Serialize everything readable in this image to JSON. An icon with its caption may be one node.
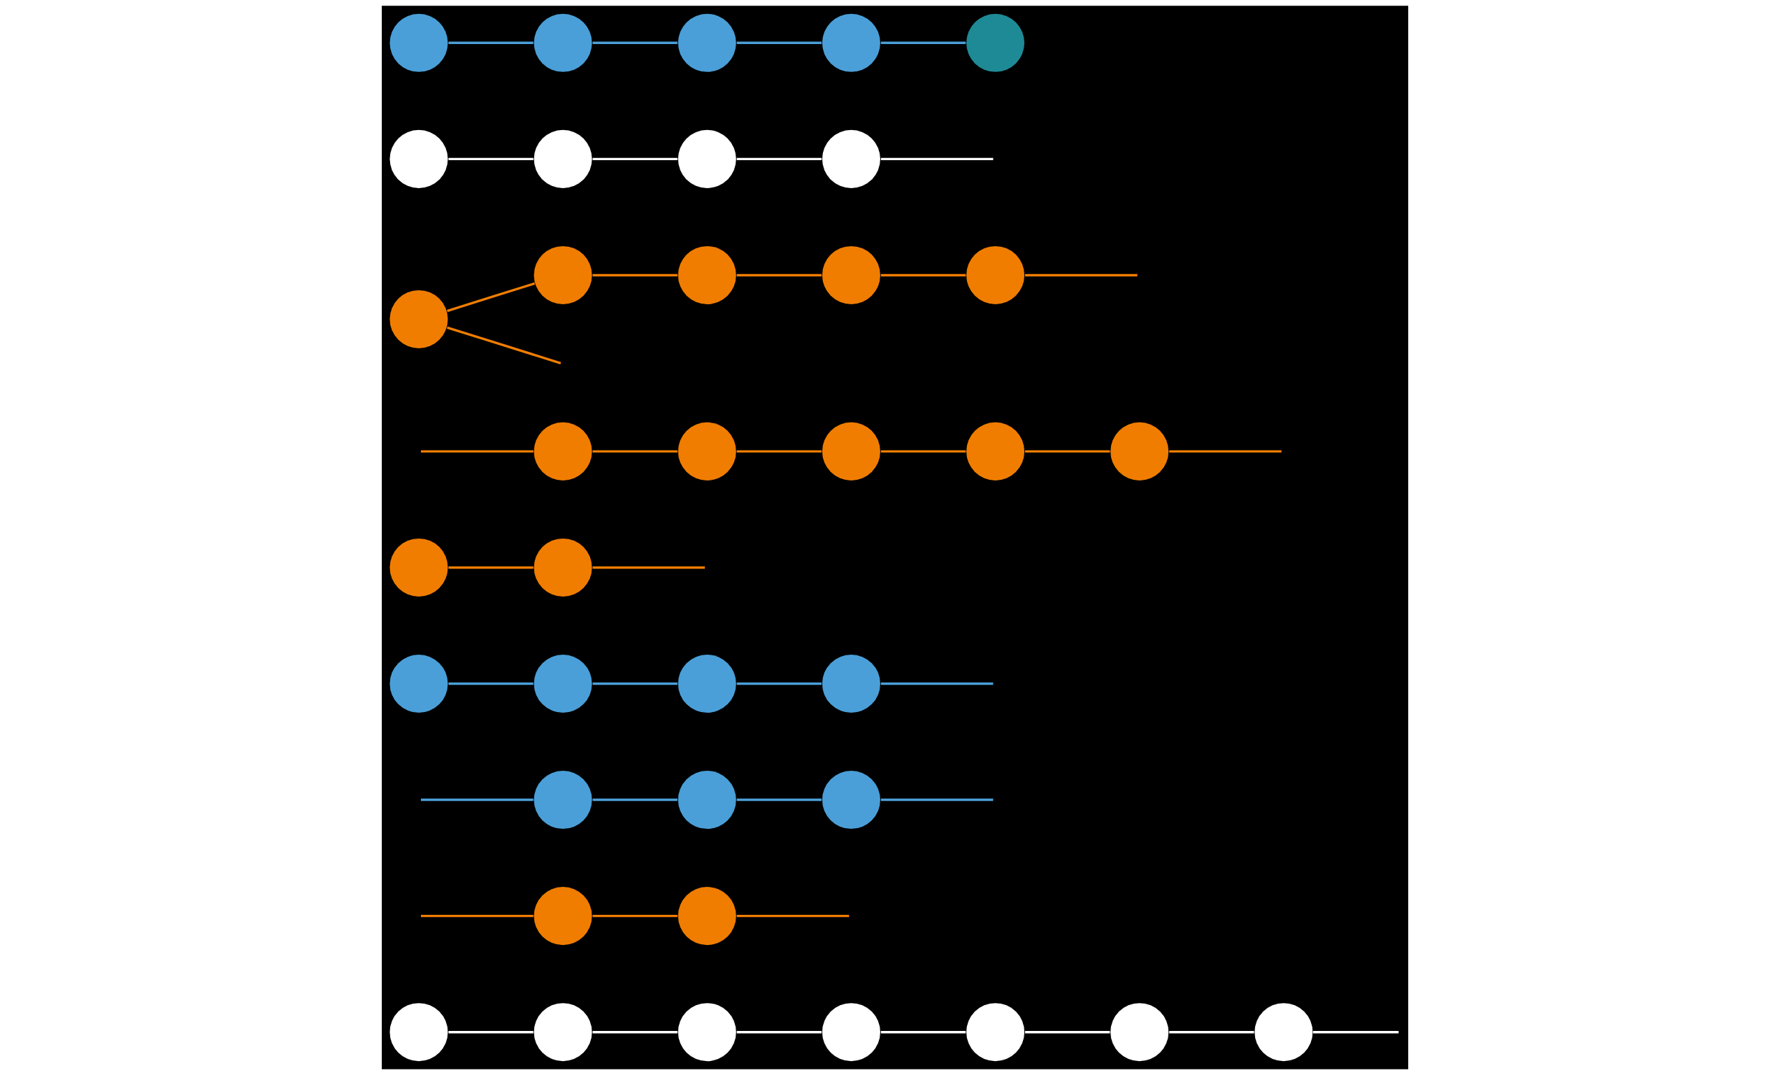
{
  "diagram": {
    "nodes": [
      {
        "text": [],
        "shape": "circle"
      },
      {
        "text": [],
        "shape": "circle"
      },
      {
        "text": [],
        "shape": "circle"
      },
      {
        "text": [],
        "shape": "circle"
      },
      {
        "text": [],
        "shape": "circle"
      },
      {
        "text": [],
        "shape": "circle"
      },
      {
        "text": [],
        "shape": "circle"
      },
      {
        "text": [],
        "shape": "circle"
      },
      {
        "text": [],
        "shape": "circle"
      },
      {
        "text": [],
        "shape": "circle"
      },
      {
        "text": [],
        "shape": "circle"
      },
      {
        "text": [],
        "shape": "circle"
      },
      {
        "text": [],
        "shape": "circle"
      },
      {
        "text": [],
        "shape": "circle"
      },
      {
        "text": [],
        "shape": "circle"
      },
      {
        "text": [],
        "shape": "circle"
      },
      {
        "text": [],
        "shape": "circle"
      },
      {
        "text": [],
        "shape": "circle"
      },
      {
        "text": [],
        "shape": "circle"
      },
      {
        "text": [],
        "shape": "circle"
      },
      {
        "text": [],
        "shape": "circle"
      },
      {
        "text": [],
        "shape": "circle"
      },
      {
        "text": [],
        "shape": "circle"
      },
      {
        "text": [],
        "shape": "circle"
      },
      {
        "text": [],
        "shape": "circle"
      },
      {
        "text": [],
        "shape": "circle"
      },
      {
        "text": [],
        "shape": "circle"
      },
      {
        "text": [],
        "shape": "circle"
      },
      {
        "text": [],
        "shape": "circle"
      },
      {
        "text": [],
        "shape": "circle"
      },
      {
        "text": [],
        "shape": "circle"
      },
      {
        "text": [],
        "shape": "circle"
      },
      {
        "text": [],
        "shape": "circle"
      },
      {
        "text": [],
        "shape": "circle"
      },
      {
        "text": [],
        "shape": "circle"
      },
      {
        "text": [],
        "shape": "circle"
      },
      {
        "text": [],
        "shape": "circle"
      }
    ],
    "edges": [
      {
        "from": 27,
        "to": 28,
        "arrow": "none",
        "color": "#ffffff"
      },
      {
        "from": 28,
        "to": 29,
        "arrow": "none",
        "color": "#ffffff"
      },
      {
        "from": 29,
        "to": 13,
        "arrow": "none",
        "color": "#ffffff"
      },
      {
        "from": 13,
        "to": 0,
        "arrow": "none",
        "color": "#ffffff"
      },
      {
        "from": 0,
        "to": 5,
        "arrow": "none",
        "color": "#ffffff"
      },
      {
        "from": 5,
        "to": 15,
        "arrow": "none",
        "color": "#ffffff"
      },
      {
        "from": 15,
        "to": null,
        "arrow": "none",
        "color": "#ffffff"
      },
      {
        "from": 14,
        "to": 31,
        "arrow": "none",
        "color": "#ffffff"
      },
      {
        "from": 31,
        "to": 32,
        "arrow": "none",
        "color": "#ffffff"
      },
      {
        "from": 32,
        "to": 33,
        "arrow": "none",
        "color": "#ffffff"
      },
      {
        "from": 33,
        "to": null,
        "arrow": "none",
        "color": "#ffffff"
      },
      {
        "from": null,
        "to": 9,
        "arrow": "none",
        "color": "#f07d00"
      },
      {
        "from": 9,
        "to": 10,
        "arrow": "none",
        "color": "#f07d00"
      },
      {
        "from": 10,
        "to": 19,
        "arrow": "none",
        "color": "#f07d00"
      },
      {
        "from": 19,
        "to": 34,
        "arrow": "none",
        "color": "#f07d00"
      },
      {
        "from": 34,
        "to": 35,
        "arrow": "none",
        "color": "#f07d00"
      },
      {
        "from": 35,
        "to": null,
        "arrow": "none",
        "color": "#f07d00"
      },
      {
        "from": 6,
        "to": 7,
        "arrow": "none",
        "color": "#f07d00"
      },
      {
        "from": 7,
        "to": null,
        "arrow": "none",
        "color": "#f07d00"
      },
      {
        "from": null,
        "to": 4,
        "arrow": "none",
        "color": "#f07d00"
      },
      {
        "from": 4,
        "to": 1,
        "arrow": "none",
        "color": "#f07d00"
      },
      {
        "from": 1,
        "to": null,
        "arrow": "none",
        "color": "#f07d00"
      },
      {
        "from": 12,
        "to": 11,
        "arrow": "none",
        "color": "#f07d00"
      },
      {
        "from": 11,
        "to": 17,
        "arrow": "none",
        "color": "#f07d00"
      },
      {
        "from": 17,
        "to": 20,
        "arrow": "none",
        "color": "#f07d00"
      },
      {
        "from": 20,
        "to": 21,
        "arrow": "none",
        "color": "#f07d00"
      },
      {
        "from": 21,
        "to": null,
        "arrow": "none",
        "color": "#f07d00"
      },
      {
        "from": 12,
        "to": null,
        "arrow": "none",
        "color": "#f07d00"
      },
      {
        "from": 22,
        "to": 16,
        "arrow": "none",
        "color": "#4a9fd8"
      },
      {
        "from": 16,
        "to": 8,
        "arrow": "none",
        "color": "#4a9fd8"
      },
      {
        "from": 8,
        "to": 3,
        "arrow": "none",
        "color": "#4a9fd8"
      },
      {
        "from": 3,
        "to": null,
        "arrow": "none",
        "color": "#4a9fd8"
      },
      {
        "from": 23,
        "to": 24,
        "arrow": "none",
        "color": "#4a9fd8"
      },
      {
        "from": 24,
        "to": 25,
        "arrow": "none",
        "color": "#4a9fd8"
      },
      {
        "from": 25,
        "to": 26,
        "arrow": "none",
        "color": "#4a9fd8"
      },
      {
        "from": 26,
        "to": 36,
        "arrow": "none",
        "color": "#4a9fd8"
      },
      {
        "from": null,
        "to": 2,
        "arrow": "none",
        "color": "#4a9fd8"
      },
      {
        "from": 2,
        "to": 18,
        "arrow": "none",
        "color": "#4a9fd8"
      },
      {
        "from": 18,
        "to": 30,
        "arrow": "none",
        "color": "#4a9fd8"
      },
      {
        "from": 30,
        "to": null,
        "arrow": "none",
        "color": "#4a9fd8"
      }
    ]
  }
}
